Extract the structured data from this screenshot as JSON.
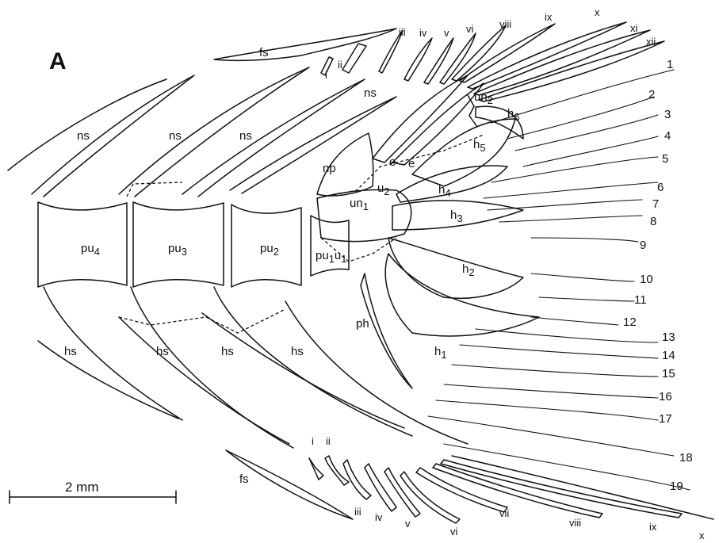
{
  "panel_letter": "A",
  "scale_bar": {
    "label": "2 mm"
  },
  "bone_labels": {
    "fs_upper": "fs",
    "fs_lower": "fs",
    "ns": "ns",
    "np": "np",
    "un1": "un",
    "un2": "un",
    "u2": "u",
    "u1": "u",
    "e": "e",
    "h1": "h",
    "h2": "h",
    "h3": "h",
    "h4": "h",
    "h5": "h",
    "h6": "h",
    "ph": "ph",
    "pu4": "pu",
    "pu3": "pu",
    "pu2": "pu",
    "pu1": "pu",
    "hs": "hs"
  },
  "subscripts": {
    "un1": "1",
    "un2": "2",
    "u2": "2",
    "u1": "1",
    "h1": "1",
    "h2": "2",
    "h3": "3",
    "h4": "4",
    "h5": "5",
    "h6": "6",
    "pu4": "4",
    "pu3": "3",
    "pu2": "2",
    "pu1": "1"
  },
  "dorsal_procurrent_rays": [
    "i",
    "ii",
    "iii",
    "iv",
    "v",
    "vi",
    "viii",
    "ix",
    "x",
    "xi",
    "xii"
  ],
  "ventral_procurrent_rays": [
    "i",
    "ii",
    "iii",
    "iv",
    "v",
    "vi",
    "vii",
    "viii",
    "ix",
    "x"
  ],
  "principal_rays": [
    "1",
    "2",
    "3",
    "4",
    "5",
    "6",
    "7",
    "8",
    "9",
    "10",
    "11",
    "12",
    "13",
    "14",
    "15",
    "16",
    "17",
    "18",
    "19"
  ]
}
